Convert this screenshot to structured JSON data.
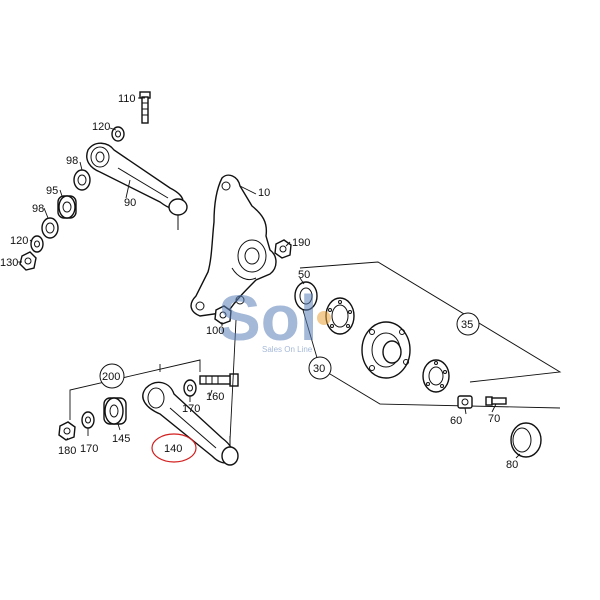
{
  "diagram": {
    "part_numbers": {
      "p110": "110",
      "p120a": "120",
      "p98a": "98",
      "p95": "95",
      "p90": "90",
      "p98b": "98",
      "p120b": "120",
      "p130": "130",
      "p10": "10",
      "p190": "190",
      "p50": "50",
      "p35": "35",
      "p30": "30",
      "p100": "100",
      "p200": "200",
      "p160": "160",
      "p170a": "170",
      "p180": "180",
      "p170b": "170",
      "p145": "145",
      "p140": "140",
      "p60": "60",
      "p70": "70",
      "p80": "80"
    },
    "highlighted_part": "140",
    "highlight_color": "#d21f1f",
    "watermark": {
      "logo_text": "Sol",
      "tagline": "Sales On Line",
      "color": "#5a7fb8",
      "accent_color": "#e8a43a"
    }
  }
}
